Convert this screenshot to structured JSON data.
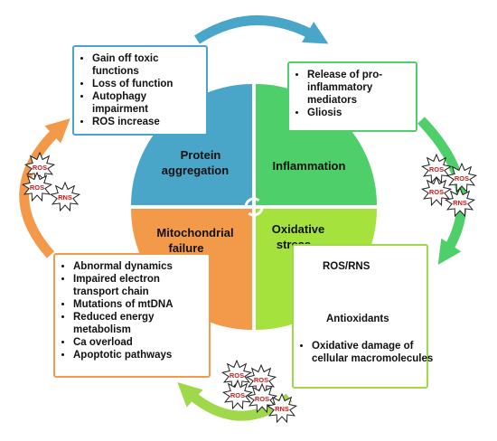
{
  "quadrants": {
    "protein": {
      "line1": "Protein",
      "line2": "aggregation",
      "color": "#4aa6c9"
    },
    "inflammation": {
      "line1": "Inflammation",
      "color": "#4fcf6a"
    },
    "mitochondrial": {
      "line1": "Mitochondrial",
      "line2": "failure",
      "color": "#f2994a"
    },
    "oxidative": {
      "line1": "Oxidative",
      "line2": "stress",
      "color": "#a6e23e"
    }
  },
  "protein_box": {
    "items": [
      "Gain off toxic functions",
      "Loss of function",
      "Autophagy impairment",
      "ROS increase"
    ]
  },
  "inflammation_box": {
    "items": [
      "Release of pro-inflammatory mediators",
      "Gliosis"
    ]
  },
  "oxidative_box": {
    "ros_rns": "ROS/RNS",
    "antioxidants": "Antioxidants",
    "items": [
      "Oxidative damage of cellular macromolecules"
    ]
  },
  "mito_box": {
    "items": [
      "Abnormal dynamics",
      "Impaired electron transport chain",
      "Mutations of mtDNA",
      "Reduced energy metabolism",
      "Ca overload",
      "Apoptotic pathways"
    ]
  },
  "stars": {
    "left": [
      "ROS",
      "ROS",
      "RNS"
    ],
    "right": [
      "ROS",
      "ROS",
      "ROS",
      "RNS"
    ],
    "bottom": [
      "ROS",
      "ROS",
      "ROS",
      "ROS",
      "RNS"
    ]
  },
  "colors": {
    "up_arrow": "#1f8f3a",
    "down_arrow": "#2e7d1f",
    "arrow_top": "#4aa6c9",
    "arrow_right": "#4fcf6a",
    "arrow_bottom": "#9fd84a",
    "arrow_left": "#f2994a"
  }
}
